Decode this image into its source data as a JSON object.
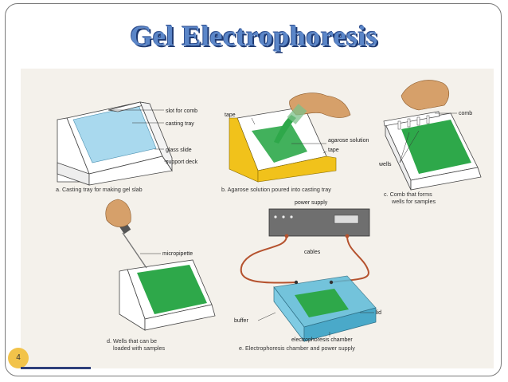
{
  "slide": {
    "title": "Gel  Electrophoresis",
    "page_number": "4"
  },
  "diagram": {
    "panel_a": {
      "caption": "a. Casting tray for making gel slab",
      "labels": {
        "slot": "slot for comb",
        "tray": "casting tray",
        "slide": "glass slide",
        "deck": "support deck"
      }
    },
    "panel_b": {
      "caption": "b. Agarose solution poured into casting tray",
      "labels": {
        "tape_top": "tape",
        "agarose": "agarose solution",
        "tape_right": "tape"
      }
    },
    "panel_c": {
      "caption_line1": "c. Comb that forms",
      "caption_line2": "wells for samples",
      "labels": {
        "comb": "comb",
        "wells": "wells"
      }
    },
    "panel_d": {
      "caption_line1": "d. Wells that can be",
      "caption_line2": "loaded with samples",
      "labels": {
        "micropipette": "micropipette"
      }
    },
    "panel_e": {
      "caption": "e. Electrophoresis chamber and power supply",
      "labels": {
        "power": "power supply",
        "cables": "cables",
        "lid": "lid",
        "buffer": "buffer",
        "chamber": "electrophoresis chamber"
      }
    },
    "colors": {
      "gel_green": "#2ea84a",
      "glass_blue": "#a9d9ee",
      "buffer_blue": "#5dbbd9",
      "tape_yellow": "#f1c21b",
      "skin": "#d6a06a",
      "cable": "#b5522e"
    }
  }
}
